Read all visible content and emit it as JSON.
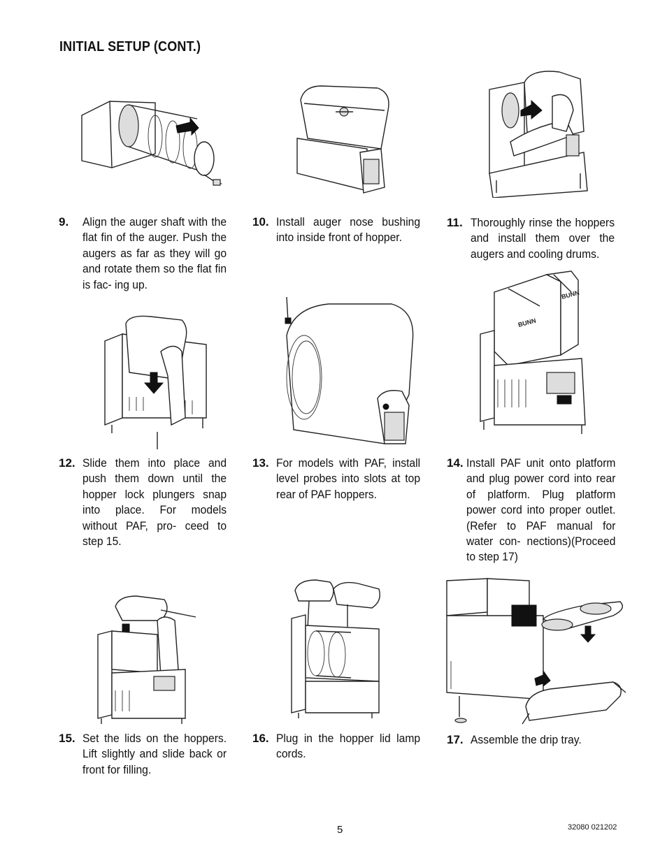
{
  "heading": "INITIAL SETUP (CONT.)",
  "steps": [
    {
      "num": "9.",
      "text": "Align the auger shaft with the flat fin of the auger. Push the augers as far as they will go and rotate them so the flat fin is fac- ing up."
    },
    {
      "num": "10.",
      "text": "Install auger nose bushing into inside front of hopper."
    },
    {
      "num": "11.",
      "text": "Thoroughly rinse the hoppers and install them over the augers and cooling drums."
    },
    {
      "num": "12.",
      "text": "Slide them into place and push them down until the hopper lock plungers snap into place. For models without PAF, pro- ceed to step 15."
    },
    {
      "num": "13.",
      "text": "For models with PAF, install level probes into slots at top rear of PAF hoppers."
    },
    {
      "num": "14.",
      "text": "Install PAF unit onto platform and plug power cord into rear of platform. Plug platform power cord into proper outlet. (Refer to PAF manual for water con- nections)(Proceed to step 17)"
    },
    {
      "num": "15.",
      "text": "Set the lids on the hoppers. Lift slightly and slide back or front for filling."
    },
    {
      "num": "16.",
      "text": "Plug in the hopper lid lamp cords."
    },
    {
      "num": "17.",
      "text": "Assemble the drip tray."
    }
  ],
  "brand_label": "BUNN",
  "page_number": "5",
  "doc_code": "32080 021202"
}
